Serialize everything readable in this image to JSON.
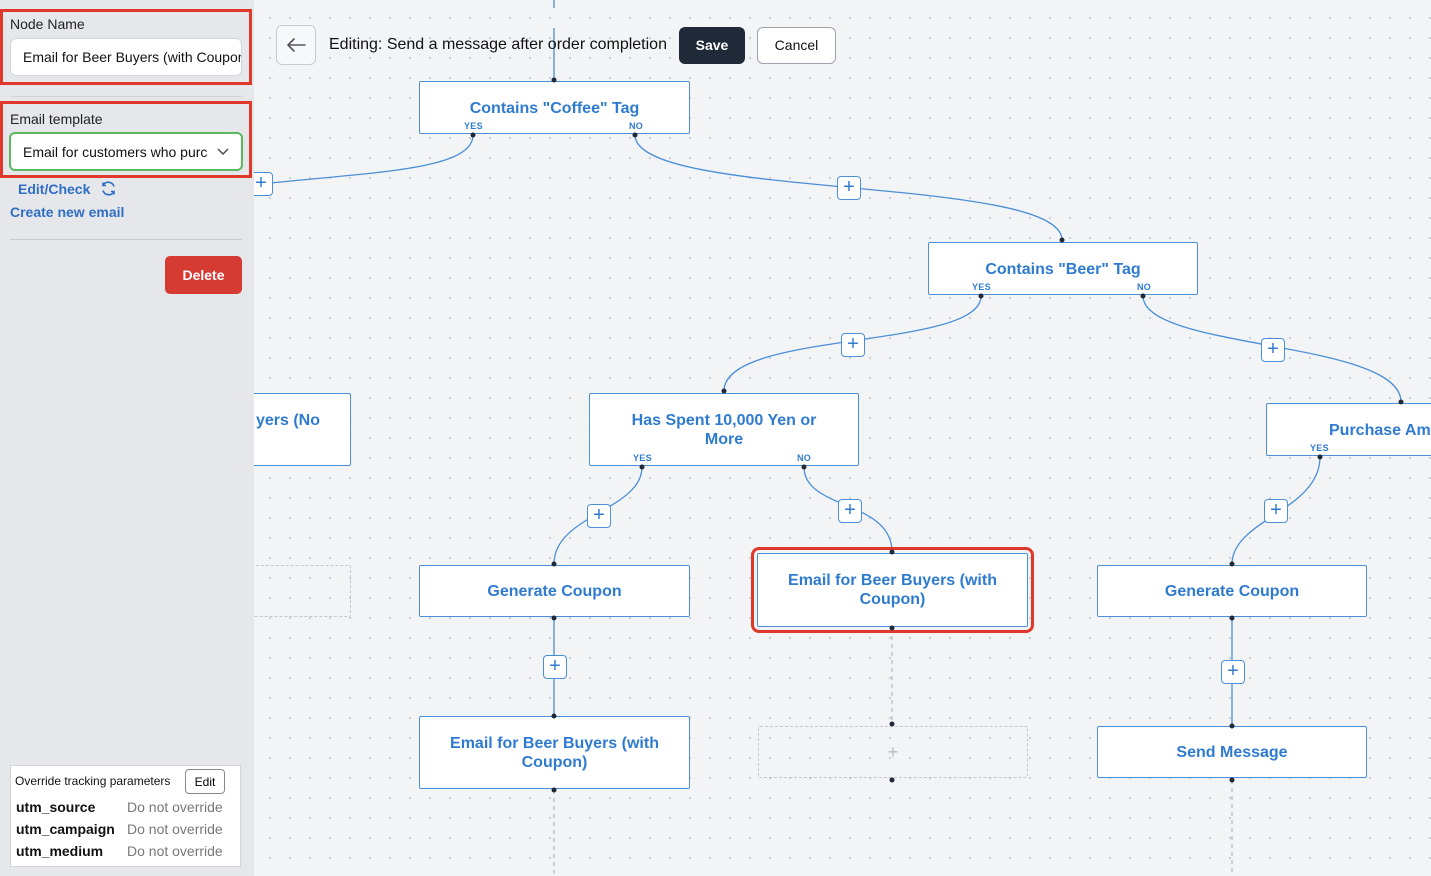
{
  "header": {
    "editing_title": "Editing: Send a message after order completion",
    "save_label": "Save",
    "cancel_label": "Cancel"
  },
  "side_panel": {
    "node_name_label": "Node Name",
    "node_name_value": "Email for Beer Buyers (with Coupon)",
    "email_template_label": "Email template",
    "email_template_value": "Email for customers who purchased beer",
    "edit_check_label": "Edit/Check",
    "create_new_email_label": "Create new email",
    "delete_label": "Delete",
    "tracking": {
      "title": "Override tracking parameters",
      "edit_label": "Edit",
      "rows": [
        {
          "key": "utm_source",
          "value": "Do not override"
        },
        {
          "key": "utm_campaign",
          "value": "Do not override"
        },
        {
          "key": "utm_medium",
          "value": "Do not override"
        }
      ]
    }
  },
  "canvas": {
    "yes_label": "YES",
    "no_label": "NO",
    "empty_plus": "+",
    "nodes": {
      "coffee": "Contains \"Coffee\" Tag",
      "beer": "Contains \"Beer\" Tag",
      "left_email": "yers (No",
      "spent": "Has Spent 10,000 Yen or More",
      "purchase": "Purchase Am",
      "coupon_a": "Generate Coupon",
      "email_selected": "Email for Beer Buyers (with Coupon)",
      "coupon_b": "Generate Coupon",
      "email_beer": "Email for Beer Buyers (with Coupon)",
      "send_message": "Send Message"
    }
  }
}
